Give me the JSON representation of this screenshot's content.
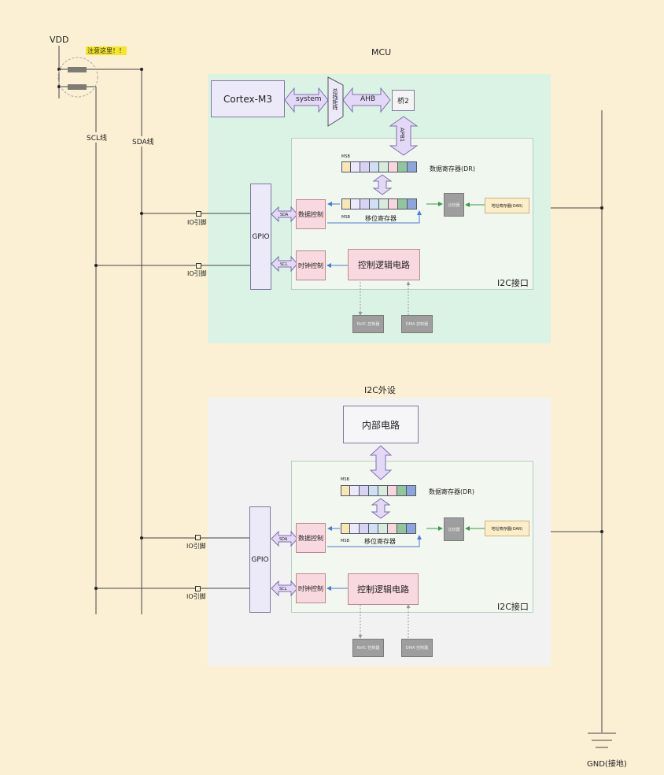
{
  "power": {
    "vdd": "VDD",
    "gnd": "GND(接地)",
    "note": "注意这里！！",
    "scl_line": "SCL线",
    "sda_line": "SDA线"
  },
  "mcu": {
    "title": "MCU",
    "cortex": "Cortex-M3",
    "system": "system",
    "bus_matrix": "总线矩阵",
    "ahb": "AHB",
    "bridge": "桥2",
    "apb1": "APB1",
    "gpio": "GPIO",
    "sda_tag": "SDA",
    "scl_tag": "SCL",
    "data_ctrl": "数据控制",
    "clock_ctrl": "时钟控制",
    "logic": "控制逻辑电路",
    "msb": "MSB",
    "dr": "数据寄存器(DR)",
    "shift": "移位寄存器",
    "comparator": "比较器",
    "oar": "地址寄存器(OAR)",
    "nvic": "NVIC 控制器",
    "dma": "DMA 控制器",
    "i2c_label": "I2C接口",
    "io_pin_1": "IO引脚",
    "io_pin_2": "IO引脚"
  },
  "peripheral": {
    "title": "I2C外设",
    "internal": "内部电路",
    "gpio": "GPIO",
    "sda_tag": "SDA",
    "scl_tag": "SCL",
    "data_ctrl": "数据控制",
    "clock_ctrl": "时钟控制",
    "logic": "控制逻辑电路",
    "msb": "MSB",
    "dr": "数据寄存器(DR)",
    "shift": "移位寄存器",
    "comparator": "比较器",
    "oar": "地址寄存器(OAR)",
    "nvic": "NVIC 控制器",
    "dma": "DMA 控制器",
    "i2c_label": "I2C接口",
    "io_pin_1": "IO引脚",
    "io_pin_2": "IO引脚"
  },
  "colors": {
    "background": "#fbf0d3",
    "mcu_panel": "#dbf3e5",
    "peripheral_panel": "#f2f2f2",
    "register_pink": "#f8d9df",
    "note_highlight": "#f4e62b"
  },
  "register_cell_colors": [
    "#f6e7b4",
    "#ece9f8",
    "#d9d3f3",
    "#cfe0f2",
    "#d6ecdc",
    "#f7d6dc",
    "#8fc79b",
    "#8aa6dc"
  ]
}
